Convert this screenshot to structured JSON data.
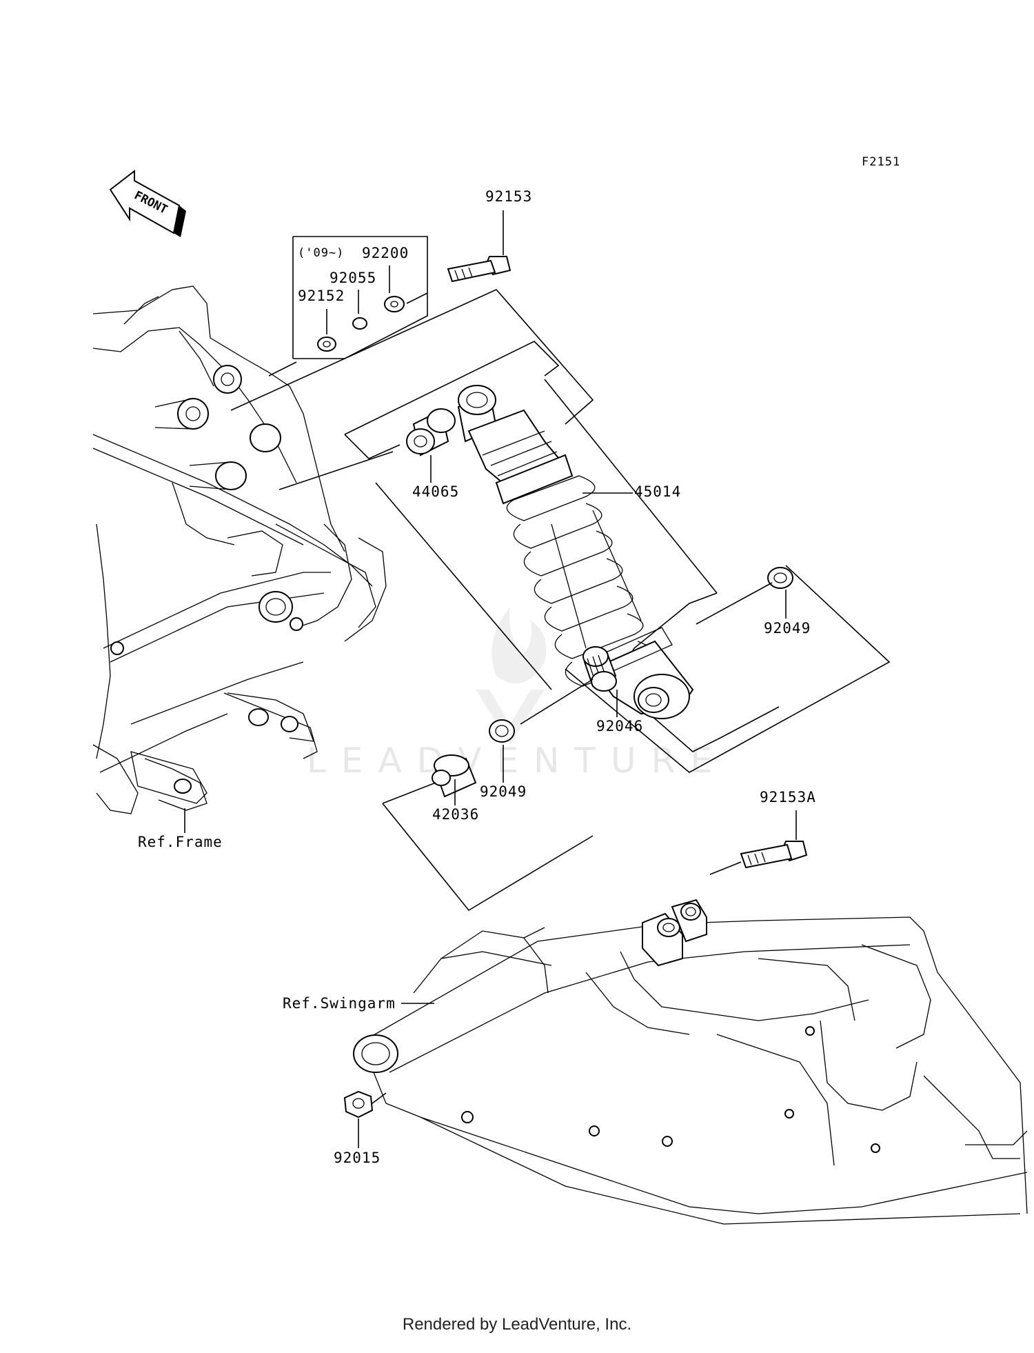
{
  "diagram_code": "F2151",
  "front_arrow_label": "FRONT",
  "year_note": "('09~)",
  "parts": [
    {
      "id": "p-92153",
      "label": "92153"
    },
    {
      "id": "p-92200",
      "label": "92200"
    },
    {
      "id": "p-92055",
      "label": "92055"
    },
    {
      "id": "p-92152",
      "label": "92152"
    },
    {
      "id": "p-44065",
      "label": "44065"
    },
    {
      "id": "p-45014",
      "label": "45014"
    },
    {
      "id": "p-92049a",
      "label": "92049"
    },
    {
      "id": "p-92046",
      "label": "92046"
    },
    {
      "id": "p-92049b",
      "label": "92049"
    },
    {
      "id": "p-42036",
      "label": "42036"
    },
    {
      "id": "p-92153a",
      "label": "92153A"
    },
    {
      "id": "p-92015",
      "label": "92015"
    }
  ],
  "references": {
    "frame": "Ref.Frame",
    "swingarm": "Ref.Swingarm"
  },
  "watermark": "LEADVENTURE",
  "footer": "Rendered by LeadVenture, Inc."
}
